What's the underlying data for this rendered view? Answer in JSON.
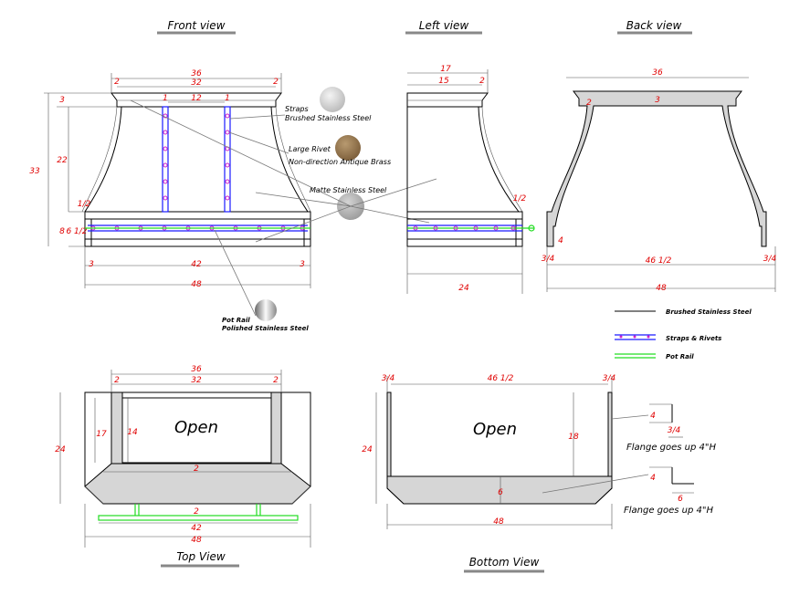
{
  "views": {
    "front": "Front view",
    "left": "Left view",
    "back": "Back view",
    "top": "Top View",
    "bottom": "Bottom View"
  },
  "callouts": {
    "straps_line1": "Straps",
    "straps_line2": "Brushed Stainless Steel",
    "rivet_line1": "Large Rivet",
    "rivet_line2": "Non-direction Antique Brass",
    "matte": "Matte Stainless Steel",
    "potrail_line1": "Pot Rail",
    "potrail_line2": "Polished Stainless Steel"
  },
  "legend": {
    "brushed": "Brushed Stainless Steel",
    "straps": "Straps & Rivets",
    "potrail": "Pot Rail"
  },
  "open_label": "Open",
  "flange_note": "Flange goes up 4\"H",
  "colors": {
    "dimension": "#e00000",
    "strap": "#1a1aff",
    "rivet": "#cc22cc",
    "pot_rail": "#22dd22",
    "panel_fill": "#d6d6d6",
    "brushed_swatch": "#d0d0d0",
    "brass_swatch": "#9c7c55",
    "matte_swatch": "#b9b9b9",
    "polished_swatch": "#e6e6e6"
  },
  "dims": {
    "front": {
      "top_width": "36",
      "inner_width": "32",
      "flare": "2",
      "strap_gap": "12",
      "strap_w": "1",
      "top_band": "3",
      "height_body": "22",
      "height_total": "33",
      "band_offset": "1/2",
      "band_h": "8",
      "band_inner": "6 1/2",
      "base_side": "3",
      "base_mid": "42",
      "base_total": "48"
    },
    "left": {
      "top_width": "17",
      "inner_width": "15",
      "flare": "2",
      "band_offset": "1/2",
      "base_depth": "24"
    },
    "back": {
      "top_width": "36",
      "flare": "2",
      "top_band": "3",
      "leg_h": "4",
      "leg_w": "3/4",
      "inner_span": "46 1/2",
      "total": "48"
    },
    "top": {
      "outer": "36",
      "inner": "32",
      "flare": "2",
      "depth": "24",
      "side": "17",
      "inner_depth": "14",
      "rear": "2",
      "rail_gap": "2",
      "rail_span": "42",
      "total": "48"
    },
    "bottom": {
      "edge": "3/4",
      "span": "46 1/2",
      "depth": "24",
      "height": "18",
      "bottom": "6",
      "total": "48",
      "flange_h": "4",
      "flange_edge": "3/4",
      "flange_w": "6"
    }
  }
}
